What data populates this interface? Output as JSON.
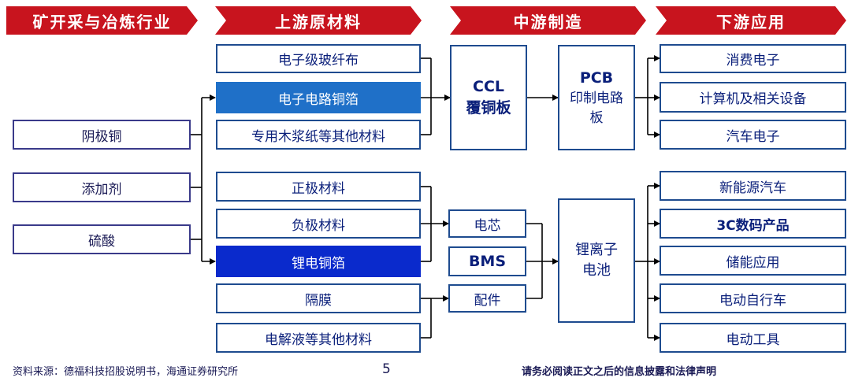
{
  "headers": {
    "mining": "矿开采与冶炼行业",
    "upstream": "上游原材料",
    "midstream": "中游制造",
    "downstream": "下游应用"
  },
  "mining_items": [
    "阴极铜",
    "添加剂",
    "硫酸"
  ],
  "upstream_items": [
    "电子级玻纤布",
    "电子电路铜箔",
    "专用木浆纸等其他材料",
    "正极材料",
    "负极材料",
    "锂电铜箔",
    "隔膜",
    "电解液等其他材料"
  ],
  "midstream": {
    "ccl_title": "CCL",
    "ccl_sub": "覆铜板",
    "pcb_title": "PCB",
    "pcb_sub": "印制电路板",
    "cell": "电芯",
    "bms": "BMS",
    "parts": "配件",
    "battery": "锂离子电池"
  },
  "downstream_items": [
    "消费电子",
    "计算机及相关设备",
    "汽车电子",
    "新能源汽车",
    "3C数码产品",
    "储能应用",
    "电动自行车",
    "电动工具"
  ],
  "footer": {
    "source": "资料来源：德福科技招股说明书，海通证券研究所",
    "page": "5",
    "disclaimer": "请务必阅读正文之后的信息披露和法律声明"
  },
  "colors": {
    "header_red": "#c8141e",
    "line": "#000000",
    "box_border": "#1e4b8f",
    "highlight_blue": "#1f70c8",
    "highlight_navy": "#0a2acc"
  }
}
